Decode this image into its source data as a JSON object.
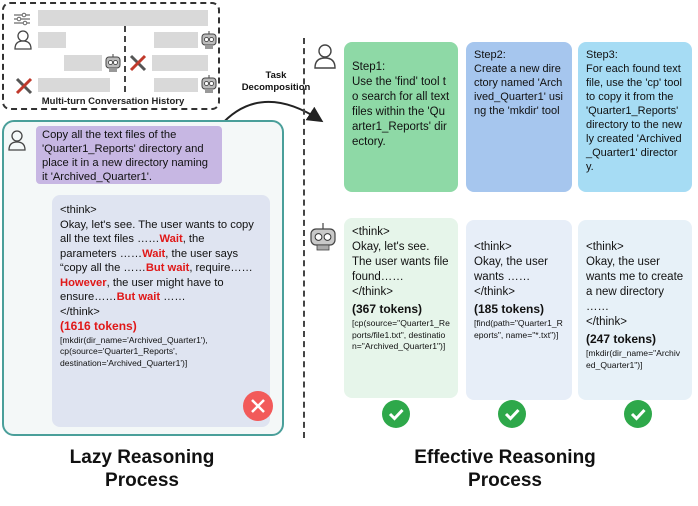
{
  "history": {
    "label": "Multi-turn Conversation History"
  },
  "task_decomposition": {
    "line1": "Task",
    "line2": "Decomposition"
  },
  "lazy": {
    "user_message": "Copy all the text files of the 'Quarter1_Reports' directory and place it in a new directory naming it 'Archived_Quarter1'.",
    "think_open": "<think>",
    "p1": "Okay, let's see. The user wants to copy all the text files ……",
    "w1": "Wait",
    "p2": ", the parameters ……",
    "w2": "Wait",
    "p3": ", the user says “copy all the ……",
    "w3": "But wait",
    "p4": ", require……",
    "w4": "However",
    "p5": ", the user might have to ensure……",
    "w5": "But wait",
    "p6": " ……",
    "think_close": "</think>",
    "tokens": "(1616 tokens)",
    "call": "[mkdir(dir_name='Archived_Quarter1'), cp(source='Quarter1_Reports', destination='Archived_Quarter1')]",
    "caption_line1": "Lazy Reasoning",
    "caption_line2": "Process"
  },
  "steps": [
    {
      "title": "Step1:",
      "text": "Use the 'find' tool to search for all text files within the 'Quarter1_Reports' directory.",
      "color": "#8ed9a6"
    },
    {
      "title": "Step2:",
      "text": "Create a new directory named 'Archived_Quarter1' using the 'mkdir' tool",
      "color": "#a6c6ee"
    },
    {
      "title": "Step3:",
      "text": "For each found text file, use the 'cp' tool to copy it from the 'Quarter1_Reports' directory to the newly created 'Archived_Quarter1' directory.",
      "color": "#a6dcf4"
    }
  ],
  "thinks": [
    {
      "open": "<think>",
      "body": "Okay, let's see. The user wants file found……",
      "close": "</think>",
      "tokens": "(367 tokens)",
      "call": "[cp(source=\"Quarter1_Reports/file1.txt\", destination=\"Archived_Quarter1\")]",
      "color": "#e6f5ea"
    },
    {
      "open": "<think>",
      "body": "Okay, the user wants ……",
      "close": "</think>",
      "tokens": "(185 tokens)",
      "call": "[find(path=\"Quarter1_Reports\", name=\"*.txt\")]",
      "color": "#e7eef8"
    },
    {
      "open": "<think>",
      "body": "Okay, the user wants me to create a new directory ……",
      "close": "</think>",
      "tokens": "(247 tokens)",
      "call": "[mkdir(dir_name=\"Archived_Quarter1\")]",
      "color": "#e7f1f8"
    }
  ],
  "effective": {
    "caption_line1": "Effective Reasoning",
    "caption_line2": "Process"
  },
  "icons": [
    "user-icon",
    "robot-icon",
    "tools-icon",
    "check-icon",
    "cross-icon",
    "arrow-icon"
  ]
}
